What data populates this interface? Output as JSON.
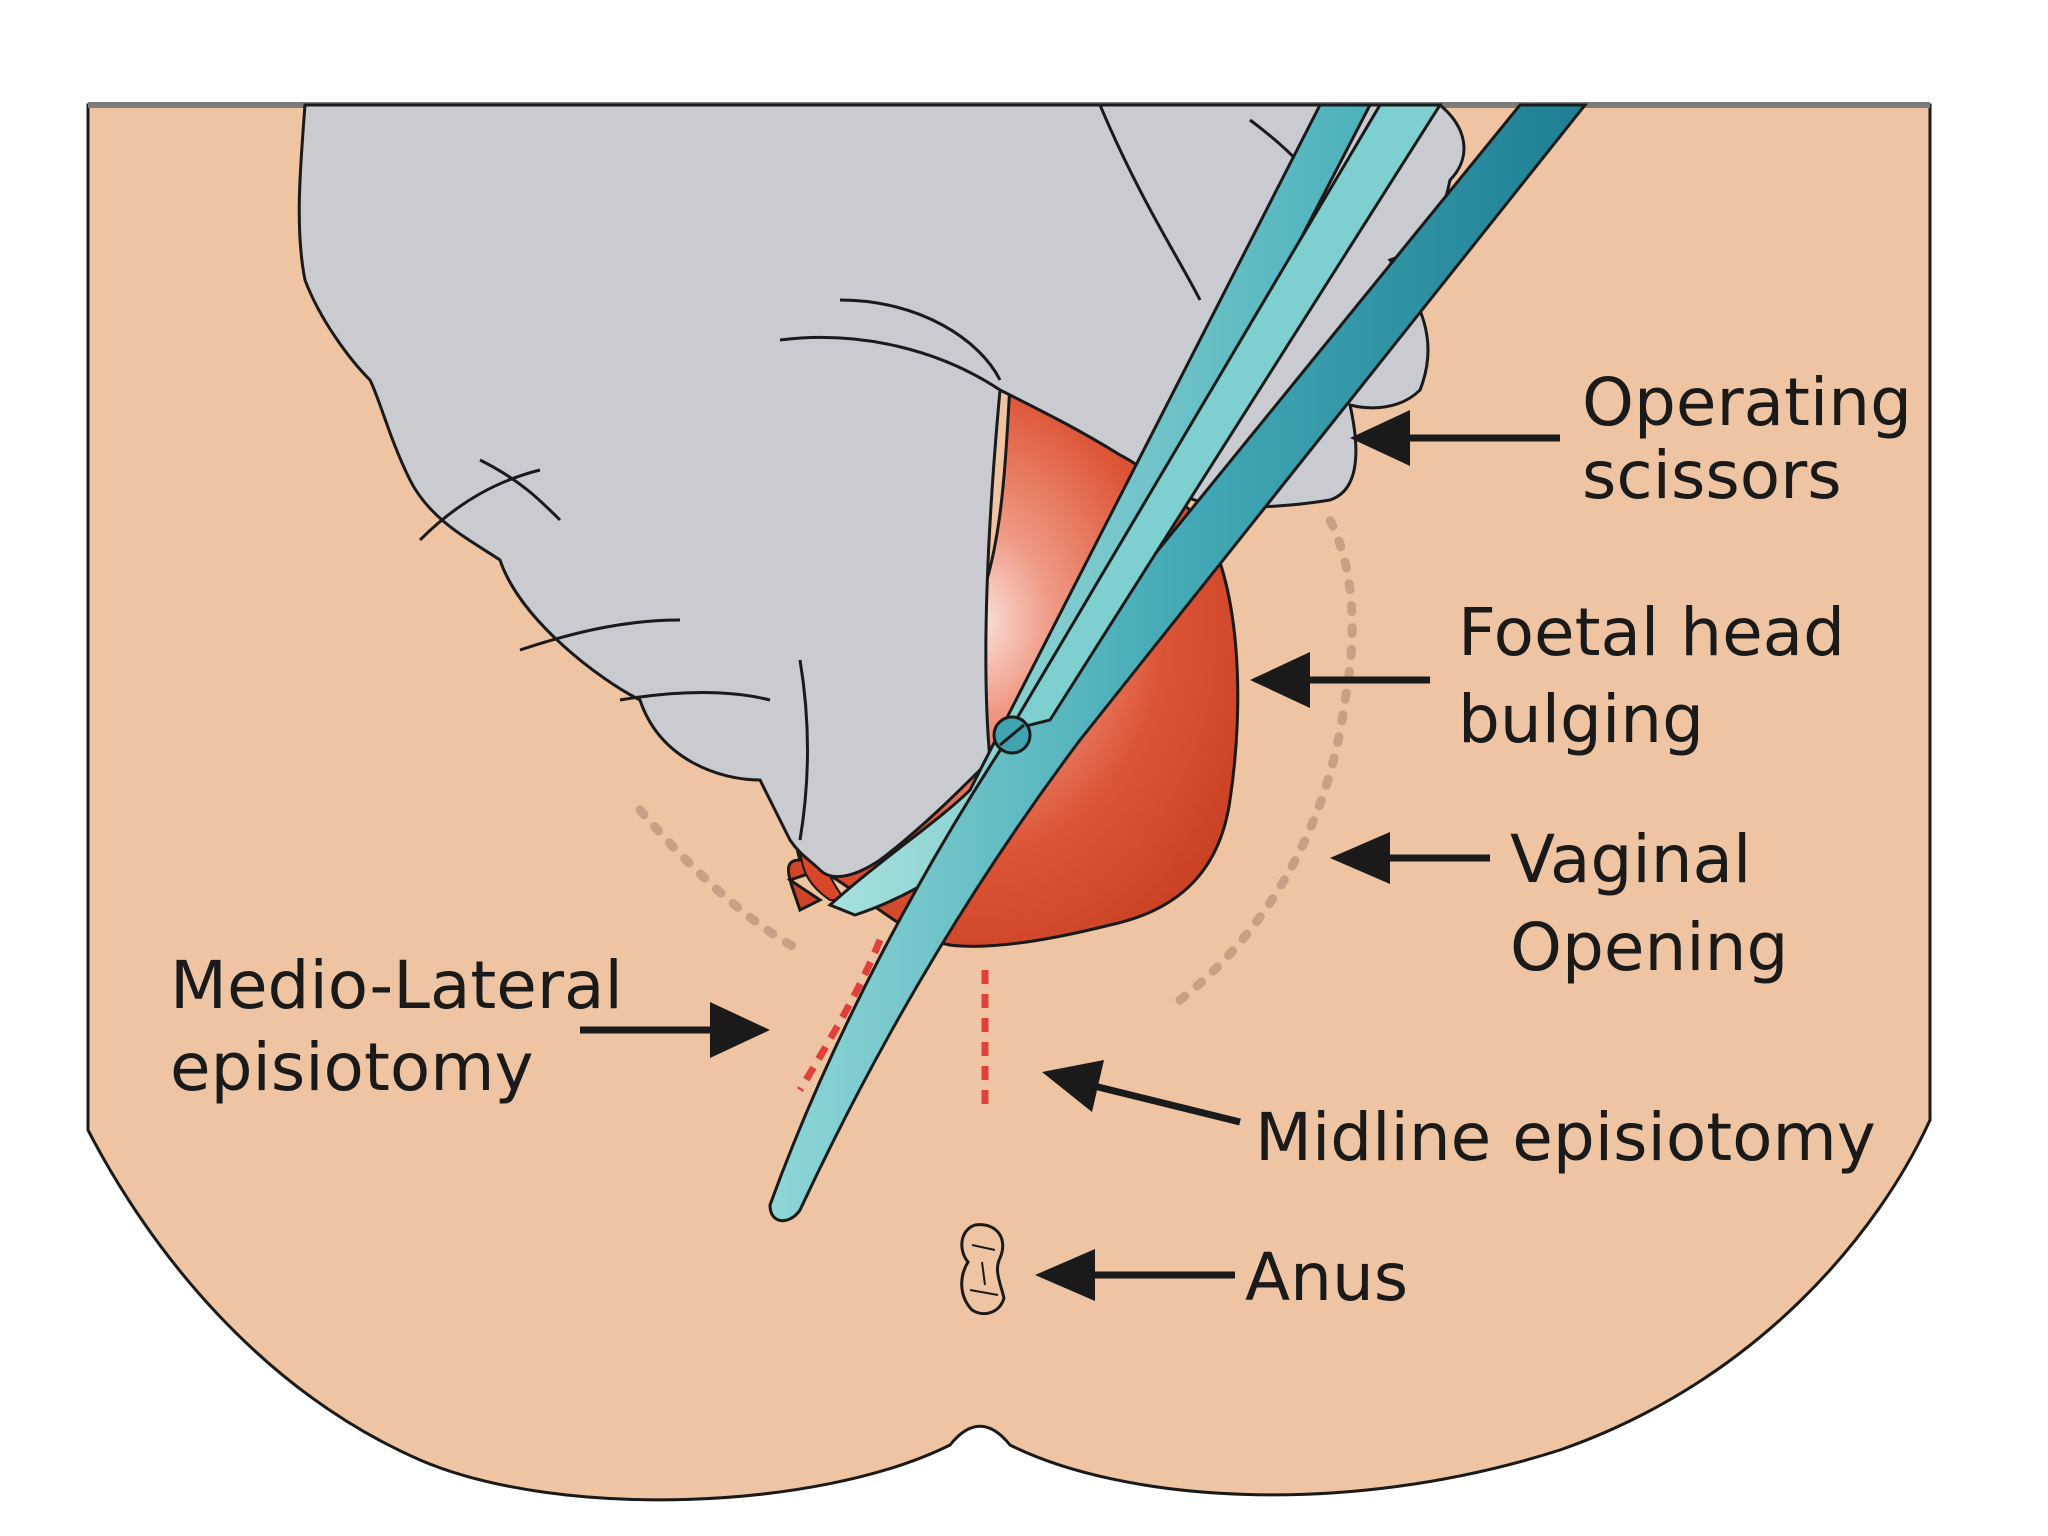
{
  "labels": {
    "operating_scissors": [
      "Operating",
      "scissors"
    ],
    "foetal_head": [
      "Foetal head",
      "bulging"
    ],
    "vaginal_opening": [
      "Vaginal",
      "Opening"
    ],
    "medio_lateral": [
      "Medio-Lateral",
      "episiotomy"
    ],
    "midline": "Midline episiotomy",
    "anus": "Anus"
  },
  "colors": {
    "skin": "#eec4a2",
    "glove": "#c9cbd1",
    "head_red": "#d9462a",
    "scissor_teal": "#3fa3b0",
    "incision_red": "#e0403a",
    "vaginal_dots": "#c9a083",
    "outline": "#1a1a1a"
  },
  "icons": {
    "arrow": "left-pointing-arrow-icon",
    "anus": "anus-symbol-icon"
  }
}
